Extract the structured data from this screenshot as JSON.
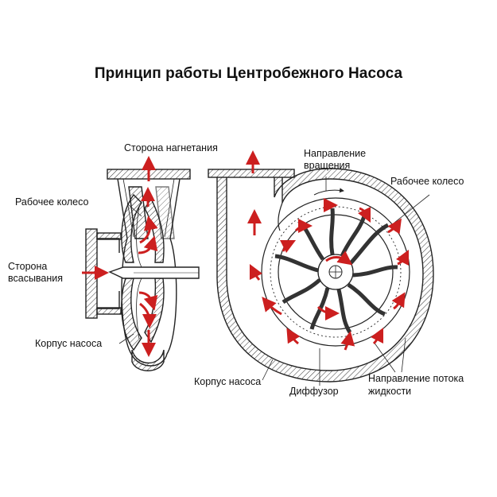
{
  "title": "Принцип работы Центробежного Насоса",
  "labels": {
    "discharge_side": "Сторона нагнетания",
    "impeller_left": "Рабочее колесо",
    "suction_side_1": "Сторона",
    "suction_side_2": "всасывания",
    "casing_left": "Корпус насоса",
    "rotation_dir_1": "Направление",
    "rotation_dir_2": "вращения",
    "impeller_right": "Рабочее колесо",
    "casing_right": "Корпус насоса",
    "diffuser": "Диффузор",
    "flow_dir_1": "Направление потока",
    "flow_dir_2": "жидкости"
  },
  "colors": {
    "arrow": "#cc1f1f",
    "line": "#222222",
    "background": "#ffffff"
  }
}
